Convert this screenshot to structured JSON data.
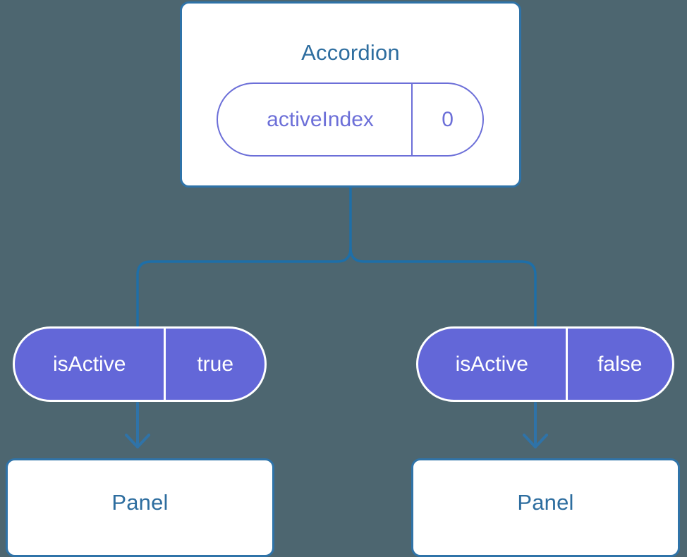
{
  "diagram": {
    "type": "component-tree",
    "background_color": "#4d6670",
    "accent_blue": "#2d6d9f",
    "connector_blue": "#1e6fa8",
    "prop_purple": "#6367d8",
    "card_white": "#ffffff"
  },
  "root": {
    "title": "Accordion",
    "prop": {
      "key": "activeIndex",
      "value": "0",
      "style": "outlined"
    }
  },
  "branches": [
    {
      "side": "left",
      "prop": {
        "key": "isActive",
        "value": "true",
        "style": "filled"
      },
      "child": {
        "title": "Panel"
      }
    },
    {
      "side": "right",
      "prop": {
        "key": "isActive",
        "value": "false",
        "style": "filled"
      },
      "child": {
        "title": "Panel"
      }
    }
  ]
}
